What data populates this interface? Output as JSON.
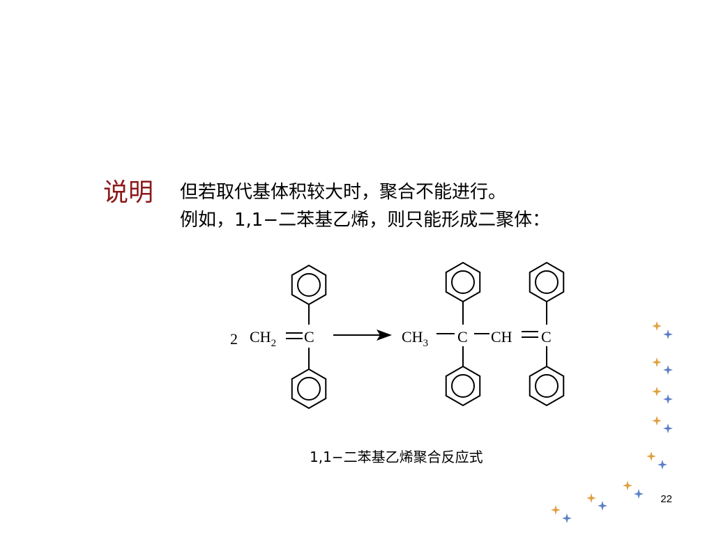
{
  "slide": {
    "label": "说明",
    "lines": [
      "但若取代基体积较大时，聚合不能进行。",
      "例如，1,1−二苯基乙烯，则只能形成二聚体："
    ],
    "caption": "1,1−二苯基乙烯聚合反应式",
    "page_number": "22"
  },
  "reaction": {
    "coefficient": "2",
    "reactant": {
      "ch": "CH",
      "sub": "2",
      "c": "C"
    },
    "product": {
      "ch3": "CH",
      "sub3": "3",
      "c1": "C",
      "ch": "CH",
      "c2": "C"
    }
  },
  "colors": {
    "label": "#8b1a1a",
    "star_orange": "#e0a040",
    "star_blue": "#5a7fc8"
  }
}
